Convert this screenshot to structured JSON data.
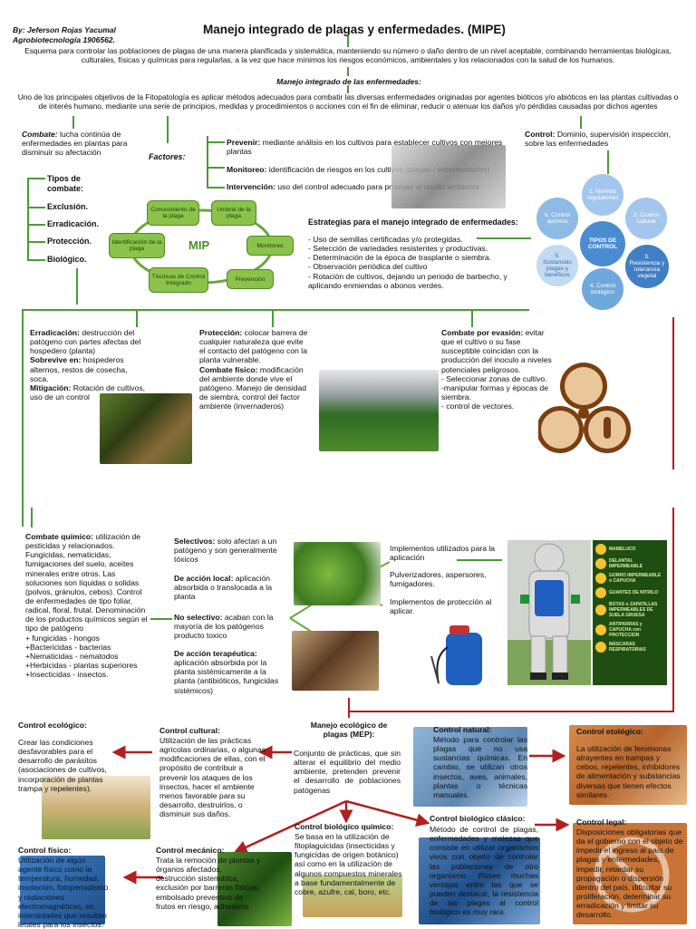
{
  "header": {
    "author": "By: Jeferson Rojas Yacumal",
    "program": "Agrobiotecnología 1906562.",
    "title": "Manejo integrado de plagas y enfermedades. (MIPE)"
  },
  "intro": {
    "p1": "Esquema para controlar las poblaciones de plagas de una manera planificada y sistemática, manteniendo su número o daño dentro de un nivel aceptable, combinando herramientas biológicas, culturales, físicas y químicas para regularlas, a la vez que hace mínimos los riesgos económicos, ambientales y los relacionados con la salud de los humanos.",
    "subtitle": "Manejo integrado de las enfermedades:",
    "p2": "Uno de los principales objetivos de la Fitopatología es aplicar métodos adecuados para combatir las diversas enfermedades originadas por agentes bióticos y/o abióticos en las plantas cultivadas o de interés humano, mediante una serie de principios, medidas y procedimientos o acciones con el fin de eliminar, reducir o atenuar los daños y/o pérdidas causadas por dichos agentes"
  },
  "combate": {
    "label": "Combate:",
    "text": "lucha continúa de enfermedades en plantas para disminuir su afectación",
    "types_title": "Tipos de combate:",
    "types": [
      "Exclusión.",
      "Erradicación.",
      "Protección.",
      "Biológico."
    ]
  },
  "factores": {
    "label": "Factores:",
    "prevenir_label": "Prevenir:",
    "prevenir_text": "mediante análisis en los cultivos para establecer cultivos con mejores plantas",
    "monitoreo_label": "Monitoreo:",
    "monitoreo_text": "identificación de riesgos en los cultivos (plagas / enfermedades)",
    "intervencion_label": "Intervención:",
    "intervencion_text": "uso del control adecuado para proteger el medio ambiente"
  },
  "mip_cycle": {
    "center": "MIP",
    "nodes": [
      "Conocimiento de la plaga",
      "Umbral de la plaga",
      "Monitoreo",
      "Prevención",
      "Técnicas de Control Integrado",
      "Identificación de la plaga"
    ]
  },
  "control": {
    "label": "Control:",
    "text": "Dominio, supervisión inspección, sobre las enfermedades"
  },
  "control_types": {
    "center": "TIPOS DE CONTROL",
    "items": [
      "1. Normas regulatorias",
      "2. Control cultural",
      "3. Resistencia y tolerancia vegetal",
      "4. Control biológico",
      "5. Sustancias plagas y benéficos",
      "6. Control químico"
    ]
  },
  "estrategias": {
    "title": "Estrategias para el manejo integrado de enfermedades:",
    "items": [
      "- Uso de semillas certificadas y/o protegidas.",
      "- Selección de variedades resistentes y productivas.",
      "- Determinación de la época de trasplante o siembra.",
      "- Observación periódica del cultivo",
      "- Rotación de cultivos, dejando un periodo de barbecho, y aplicando enmiendas o abonos verdes."
    ]
  },
  "erradicacion": {
    "label": "Erradicación:",
    "text": "destrucción del patógeno con partes afectas del hospedero (planta)",
    "sobrevive_label": "Sobrevive en:",
    "sobrevive_text": "hospederos alternos, restos de cosecha, soca.",
    "mitigacion_label": "Mitigación:",
    "mitigacion_text": "Rotación de cultivos, uso de un control"
  },
  "proteccion": {
    "label": "Protección:",
    "text": "colocar barrera de cualquier naturaleza que evite el contacto del patógeno con la planta vulnerable.",
    "fisico_label": "Combate físico:",
    "fisico_text": "modificación del ambiente donde vive el patógeno. Manejo de densidad de siembra, control del factor ambiente (invernaderos)"
  },
  "evasion": {
    "label": "Combate por evasión:",
    "text": "evitar que el cultivo o su fase susceptible coincidan con la producción del inoculo a niveles potenciales peligrosos.",
    "items": [
      "- Seleccionar zonas de cultivo.",
      "-manipular formas y épocas de siembra.",
      "- control de vectores."
    ]
  },
  "quimico": {
    "label": "Combate químico:",
    "text": "utilización de pesticidas y relacionados. Fungicidas, nematicidas, fumigaciones del suelo, aceites minerales entre otros. Las soluciones son líquidas o solidas (polvos, gránulos, cebos). Control de enfermedades de tipo foliar, radical, floral, frutal. Denominación de los productos químicos según el tipo de patógeno",
    "items": [
      "+ fungicidas - hongos",
      "+Bactericidas - bacterias",
      "+Nematicidas - nematodos",
      "+Herbicidas - plantas superiores",
      "+Insecticidas - insectos."
    ]
  },
  "selectivos": {
    "label": "Selectivos:",
    "text": "solo afectan a un patógeno y son generalmente tóxicos",
    "local_label": "De acción local:",
    "local_text": "aplicación absorbida o translocada a la planta",
    "noselectivo_label": "No selectivo:",
    "noselectivo_text": "acaban con la mayoría de los patógenos producto toxico",
    "terapeutica_label": "De acción terapéutica:",
    "terapeutica_text": "aplicación absorbida por la planta sistémicamente a la planta (antibióticos, fungicidas sistémicos)"
  },
  "implementos": {
    "t1": "Implementos utilizados para la aplicación",
    "t2": "Pulverizadores, aspersores, fumigadores.",
    "t3": "Implementos de protección al aplicar."
  },
  "epp": {
    "items": [
      "MAMELUCO",
      "DELANTAL IMPERMEABLE",
      "GORRO IMPERMEABLE o CAPUCHA",
      "GUANTES DE NITRILO",
      "BOTAS o ZAPATILLAS IMPERMEABLES DE SUELA GRUESA",
      "ANTIPARRAS y CAPUCHA con PROTECCION",
      "MÁSCARAS RESPIRATORIAS"
    ]
  },
  "mep": {
    "title": "Manejo ecológico de plagas (MEP):",
    "text": "Conjunto de prácticas, que sin alterar el equilibrio del medio ambiente, pretenden prevenir el desarrollo de poblaciones patógenas"
  },
  "ecologico": {
    "title": "Control ecológico:",
    "text": "Crear las condiciones desfavorables para el desarrollo de parásitos (asociaciones de cultivos, incorporación de plantas trampa y repelentes)."
  },
  "cultural": {
    "title": "Control cultural:",
    "text": "Utilización de las prácticas agrícolas ordinarias, o algunas modificaciones de ellas, con el propósito de contribuir a prevenir los ataques de los insectos, hacer el ambiente menos favorable para su desarrollo, destruirlos, o disminuir sus daños."
  },
  "natural": {
    "title": "Control natural:",
    "text": "Método para controlar las plagas que no usa sustancias químicas. En cambio, se utilizan otros insectos, aves, animales, plantas o técnicas manuales."
  },
  "etologico": {
    "title": "Control etológico:",
    "text": "La utilización de feromonas atrayentes en trampas y cebos, repelentes, inhibidores de alimentación y substancias diversas que tienen efectos similares."
  },
  "bioquimico": {
    "title": "Control biológico químico:",
    "text": "Se basa en la utilización de fitoplaguicidas (insecticidas y fungicidas de origen botánico) así como en la utilización de algunos compuestos minerales a base fundamentalmente de cobre, azufre, cal, boro, etc."
  },
  "bioclasico": {
    "title": "Control biológico clásico:",
    "text": "Método de control de plagas, enfermedades y malezas que consiste en utilizar organismos vivos con objeto de controlar las poblaciones de otro organismo. Posee muchas ventajas entre las que se pueden destacar, la resistencia de las plagas al control biológico es muy rara."
  },
  "legal": {
    "title": "Control legal:",
    "text": "Disposiciones obligatorias que da el gobierno con el objeto de impedir el ingreso al país de plagas y enfermedades, impedir, retardar su propagación o dispersión dentro del país, dificultar su proliferación, determinar su erradicación y limitar su desarrollo."
  },
  "fisico": {
    "title": "Control físico:",
    "text": "Utilización de algún agente físico como la temperatura, humedad, insolación, fotoperiodismo y radiaciones electromagnéticas, en intensidades que resulten letales para los insectos."
  },
  "mecanico": {
    "title": "Control mecánico:",
    "text": "Trata la remoción de plantas y órganos afectados, destrucción sistemática, exclusión por barreras físicas, embolsado preventivo de frutos en riesgo, adhesivos"
  }
}
